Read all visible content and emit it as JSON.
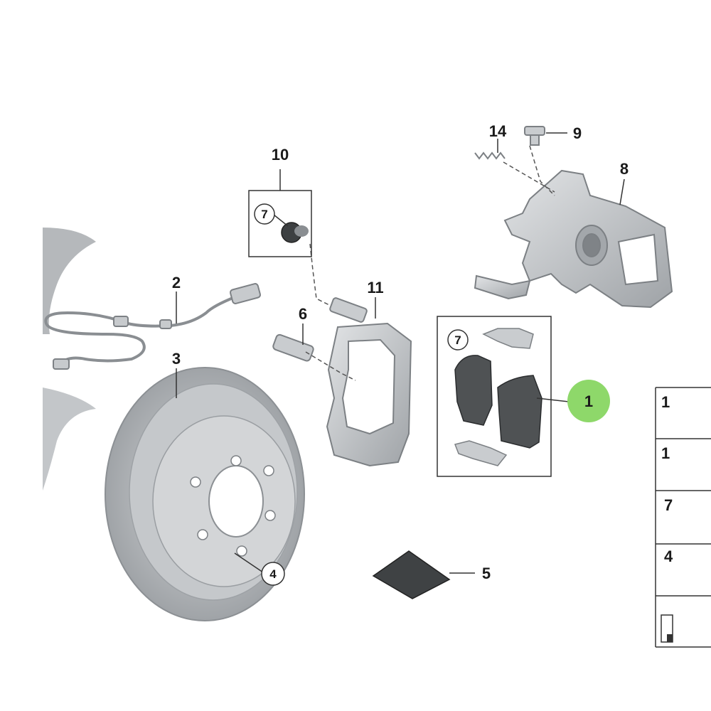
{
  "callouts": {
    "c1": "1",
    "c2": "2",
    "c3": "3",
    "c4": "4",
    "c5": "5",
    "c6": "6",
    "c7a": "7",
    "c7b": "7",
    "c8": "8",
    "c9": "9",
    "c10": "10",
    "c11": "11",
    "c14": "14"
  },
  "side_table": [
    "1",
    "1",
    "7",
    "4"
  ],
  "colors": {
    "highlight": "#8ed86a",
    "part_fill": "#b9bcbf",
    "pad_fill": "#4f5254"
  }
}
